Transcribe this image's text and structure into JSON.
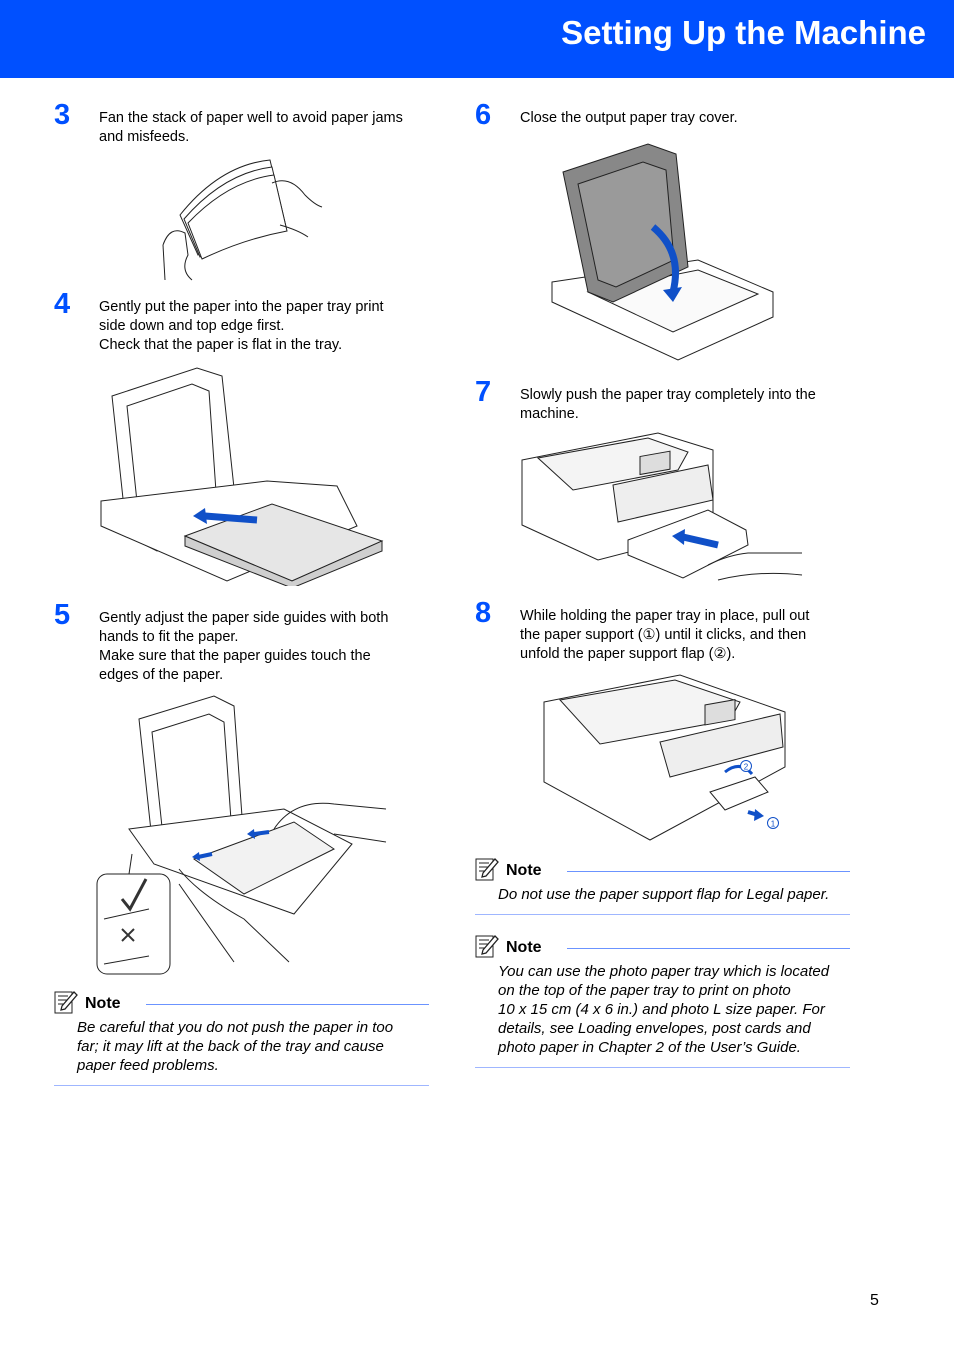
{
  "header": {
    "title": "Setting Up the Machine"
  },
  "steps": [
    {
      "num": "3",
      "lines": [
        "Fan the stack of paper well to avoid paper jams",
        "and misfeeds."
      ]
    },
    {
      "num": "4",
      "lines": [
        "Gently put the paper into the paper tray print",
        "side down and top edge first.",
        "Check that the paper is flat in the tray."
      ]
    },
    {
      "num": "5",
      "lines": [
        "Gently adjust the paper side guides with both",
        "hands to fit the paper.",
        "Make sure that the paper guides touch the",
        "edges of the paper."
      ]
    },
    {
      "num": "6",
      "lines": [
        "Close the output paper tray cover."
      ]
    },
    {
      "num": "7",
      "lines": [
        "Slowly push the paper tray completely into the",
        "machine."
      ]
    },
    {
      "num": "8",
      "lines": [
        "While holding the paper tray in place, pull out",
        "the paper support (①) until it clicks, and then",
        "unfold the paper support flap (②)."
      ]
    }
  ],
  "callouts": {
    "one": "1",
    "two": "2"
  },
  "notes": [
    {
      "label": "Note",
      "lines": [
        "Be careful that you do not push the paper in too",
        "far; it may lift at the back of the tray and cause",
        "paper feed problems."
      ]
    },
    {
      "label": "Note",
      "lines": [
        "Do not use the paper support flap for Legal paper."
      ]
    },
    {
      "label": "Note",
      "lines": [
        "You can use the photo paper tray which is located",
        "on the top of the paper tray to print on photo",
        "10 x 15 cm (4 x 6 in.) and photo L size paper. For",
        "details, see Loading envelopes, post cards and",
        "photo paper in Chapter 2 of the User’s Guide."
      ]
    }
  ],
  "page": {
    "number": "5"
  },
  "colors": {
    "brand_blue": "#0050ff",
    "arrow_blue": "#1050c8"
  },
  "icons": [
    "note-pencil-icon",
    "check-mark-icon",
    "cross-mark-icon"
  ]
}
